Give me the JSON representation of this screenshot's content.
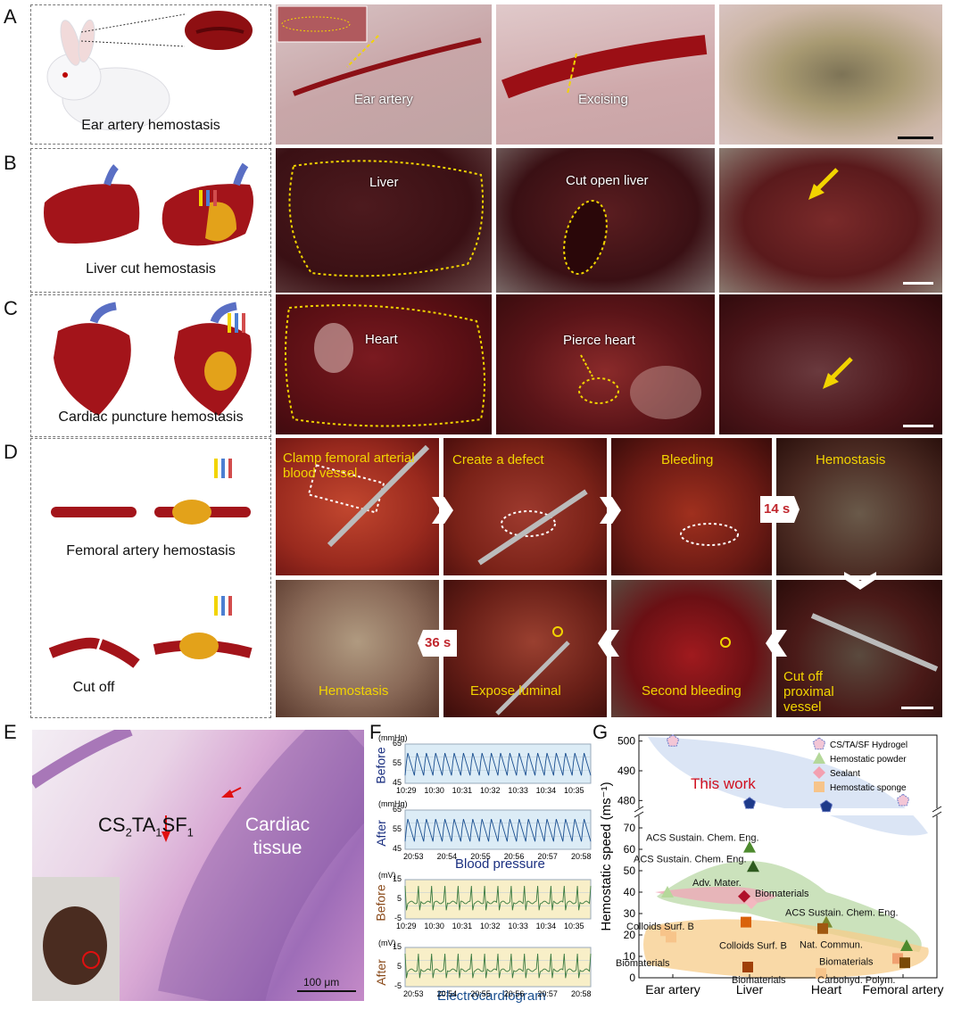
{
  "panels": {
    "A": {
      "label": "A",
      "caption": "Ear artery hemostasis",
      "photo1_text": "Ear artery",
      "photo2_text": "Excising"
    },
    "B": {
      "label": "B",
      "caption": "Liver cut hemostasis",
      "photo1_text": "Liver",
      "photo2_text": "Cut open liver"
    },
    "C": {
      "label": "C",
      "caption": "Cardiac puncture hemostasis",
      "photo1_text": "Heart",
      "photo2_text": "Pierce heart"
    },
    "D": {
      "label": "D",
      "caption_top": "Femoral artery hemostasis",
      "caption_bottom": "Cut off",
      "steps": [
        "Clamp femoral arterial blood vessel",
        "Create a defect",
        "Bleeding",
        "Hemostasis",
        "Cut off proximal vessel",
        "Second bleeding",
        "Expose luminal",
        "Hemostasis"
      ],
      "time1": "14 s",
      "time2": "36 s"
    },
    "E": {
      "label": "E",
      "sample": "CS",
      "sub2": "2",
      "ta": "TA",
      "sub1": "1",
      "sf": "SF",
      "sub1b": "1",
      "tissue": "Cardiac tissue",
      "scale": "100 μm"
    },
    "F": {
      "label": "F",
      "unit_mmhg": "(mmHg)",
      "unit_mv": "(mV)",
      "before": "Before",
      "after": "After",
      "bp_title": "Blood pressure",
      "ecg_title": "Electrocardiogram",
      "bp_ticks": [
        "65",
        "55",
        "45"
      ],
      "ecg_ticks": [
        "15",
        "5",
        "-5"
      ],
      "times_before": [
        "10:29",
        "10:30",
        "10:31",
        "10:32",
        "10:33",
        "10:34",
        "10:35"
      ],
      "times_after": [
        "20:53",
        "20:54",
        "20:55",
        "20:56",
        "20:57",
        "20:58"
      ]
    },
    "G": {
      "label": "G"
    }
  },
  "chart_data": {
    "type": "scatter",
    "title": "",
    "xlabel": "",
    "ylabel": "Hemostatic speed (ms⁻¹)",
    "categories": [
      "Ear artery",
      "Liver",
      "Heart",
      "Femoral artery"
    ],
    "y_ticks_lower": [
      0,
      10,
      20,
      30,
      40,
      50,
      60,
      70
    ],
    "y_ticks_upper": [
      480,
      490,
      500
    ],
    "ylim_lower": [
      0,
      75
    ],
    "ylim_upper": [
      478,
      502
    ],
    "legend_position": "top-right",
    "colors": {
      "hydrogel": "#1e3a8a",
      "powder": "#2e6b1f",
      "sealant": "#b0102a",
      "sponge": "#d9620a"
    },
    "annotation": "This work",
    "series": [
      {
        "name": "CS/TA/SF Hydrogel",
        "marker": "pentagon",
        "points": [
          {
            "x": "Ear artery",
            "y": 500
          },
          {
            "x": "Liver",
            "y": 479
          },
          {
            "x": "Heart",
            "y": 478
          },
          {
            "x": "Femoral artery",
            "y": 480
          }
        ]
      },
      {
        "name": "Hemostatic powder",
        "marker": "triangle",
        "points": [
          {
            "x": "Ear artery",
            "y": 40
          },
          {
            "x": "Liver",
            "y": 61
          },
          {
            "x": "Liver",
            "y": 52
          },
          {
            "x": "Heart",
            "y": 26
          },
          {
            "x": "Femoral artery",
            "y": 15
          }
        ]
      },
      {
        "name": "Sealant",
        "marker": "diamond",
        "points": [
          {
            "x": "Liver",
            "y": 38
          },
          {
            "x": "Liver",
            "y": 35
          }
        ]
      },
      {
        "name": "Hemostatic sponge",
        "marker": "square",
        "points": [
          {
            "x": "Ear artery",
            "y": 22
          },
          {
            "x": "Ear artery",
            "y": 19
          },
          {
            "x": "Liver",
            "y": 26
          },
          {
            "x": "Liver",
            "y": 5
          },
          {
            "x": "Heart",
            "y": 23
          },
          {
            "x": "Heart",
            "y": 2
          },
          {
            "x": "Femoral artery",
            "y": 9
          },
          {
            "x": "Femoral artery",
            "y": 7
          }
        ]
      }
    ],
    "refs": [
      "ACS Sustain. Chem. Eng.",
      "ACS Sustain. Chem. Eng.",
      "Adv. Mater.",
      "Biomaterials",
      "ACS Sustain. Chem. Eng.",
      "Colloids Surf. B",
      "Colloids Surf. B",
      "Nat. Commun.",
      "Biomaterials",
      "Biomaterials",
      "Biomaterials",
      "Carbohyd. Polym."
    ]
  }
}
